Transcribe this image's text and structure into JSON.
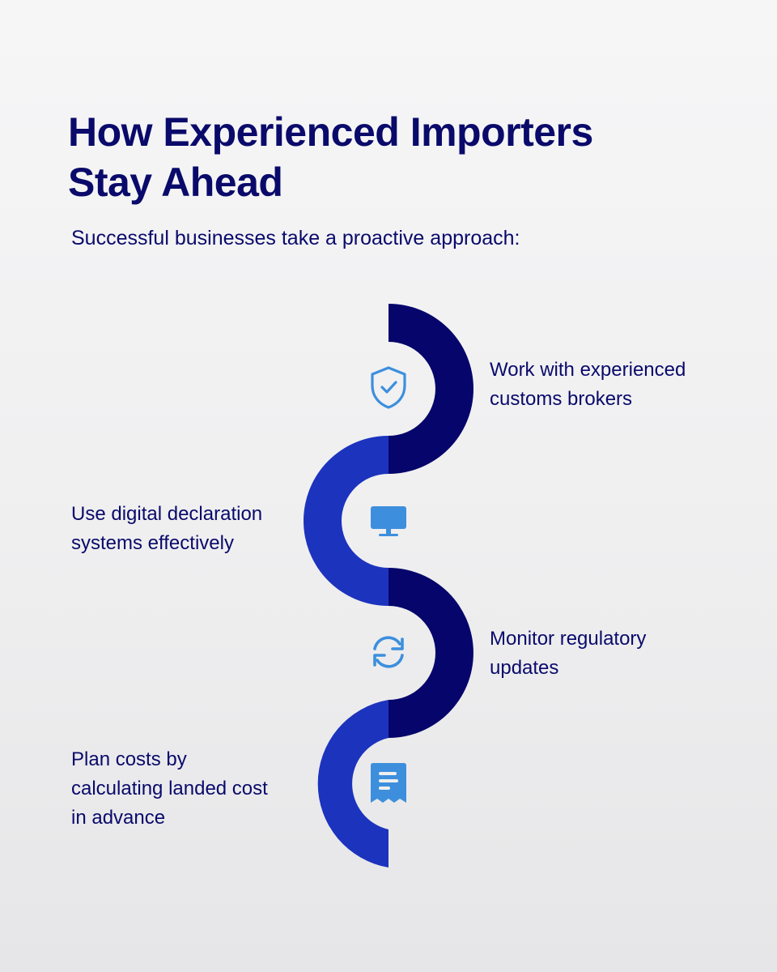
{
  "header": {
    "title_lines": [
      "How Experienced Importers",
      "Stay Ahead"
    ],
    "subtitle": "Successful businesses take a proactive approach:"
  },
  "colors": {
    "navy": "#05056b",
    "royal": "#1c33be",
    "icon": "#3d8fdd",
    "text": "#0a0a6b"
  },
  "steps": [
    {
      "lines": [
        "Work with experienced",
        "customs brokers"
      ],
      "icon": "shield-check-icon",
      "side": "right"
    },
    {
      "lines": [
        "Use digital declaration",
        "systems effectively"
      ],
      "icon": "monitor-icon",
      "side": "left"
    },
    {
      "lines": [
        "Monitor regulatory",
        "updates"
      ],
      "icon": "refresh-icon",
      "side": "right"
    },
    {
      "lines": [
        "Plan costs by",
        "calculating landed cost",
        "in advance"
      ],
      "icon": "receipt-icon",
      "side": "left"
    }
  ]
}
